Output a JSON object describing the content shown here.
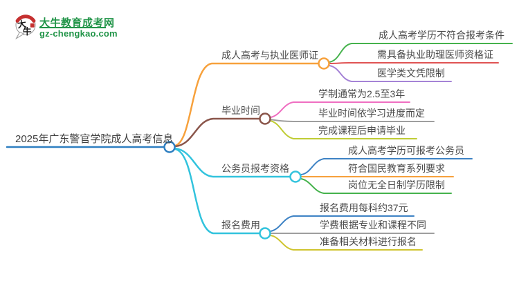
{
  "logo": {
    "title": "大牛教育成考网",
    "domain": "gz-chengkao.com",
    "icon_top_char": "大",
    "icon_bottom_char": "牛",
    "green": "#219448",
    "seal_red": "#c53030"
  },
  "root": {
    "label": "2025年广东警官学院成人高考信息",
    "color": "#2e7fc1"
  },
  "branches": [
    {
      "label": "成人高考与执业医师证",
      "color": "#f7a13c",
      "children": [
        {
          "label": "成人高考学历不符合报考条件",
          "color": "#45b24c"
        },
        {
          "label": "需具备执业助理医师资格证",
          "color": "#e05353"
        },
        {
          "label": "医学类文凭限制",
          "color": "#a583d6"
        }
      ]
    },
    {
      "label": "毕业时间",
      "color": "#8a554a",
      "children": [
        {
          "label": "学制通常为2.5至3年",
          "color": "#ef6ec1"
        },
        {
          "label": "毕业时间依学习进度而定",
          "color": "#9e9e9e"
        },
        {
          "label": "完成课程后申请毕业",
          "color": "#bfcc34"
        }
      ]
    },
    {
      "label": "公务员报考资格",
      "color": "#32c3dd",
      "children": [
        {
          "label": "成人高考学历可报考公务员",
          "color": "#3d82c4"
        },
        {
          "label": "符合国民教育系列要求",
          "color": "#f7a13c"
        },
        {
          "label": "岗位无全日制学历限制",
          "color": "#45b24c"
        }
      ]
    },
    {
      "label": "报名费用",
      "color": "#32c3dd",
      "children": [
        {
          "label": "报名费用每科约37元",
          "color": "#3d82c4"
        },
        {
          "label": "学费根据专业和课程不同",
          "color": "#9e9e9e"
        },
        {
          "label": "准备相关材料进行报名",
          "color": "#cfc42e"
        }
      ]
    }
  ]
}
